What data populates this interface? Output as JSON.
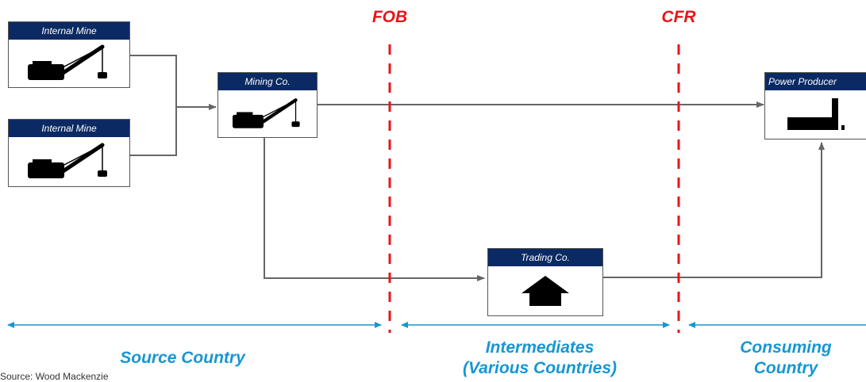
{
  "nodes": {
    "internal_mine_1": "Internal Mine",
    "internal_mine_2": "Internal Mine",
    "mining_co": "Mining Co.",
    "trading_co": "Trading Co.",
    "power_producer": "Power Producer"
  },
  "icons": {
    "mine": "dragline-excavator-icon",
    "trading": "house-icon",
    "power": "factory-icon"
  },
  "dividers": {
    "fob": "FOB",
    "cfr": "CFR"
  },
  "regions": {
    "source": "Source Country",
    "intermediates_line1": "Intermediates",
    "intermediates_line2": "(Various Countries)",
    "consuming_line1": "Consuming",
    "consuming_line2": "Country"
  },
  "source_note": "Source: Wood Mackenzie",
  "colors": {
    "header": "#0b2a63",
    "divider": "#e8141b",
    "region": "#1796d2",
    "flow": "#666666"
  }
}
